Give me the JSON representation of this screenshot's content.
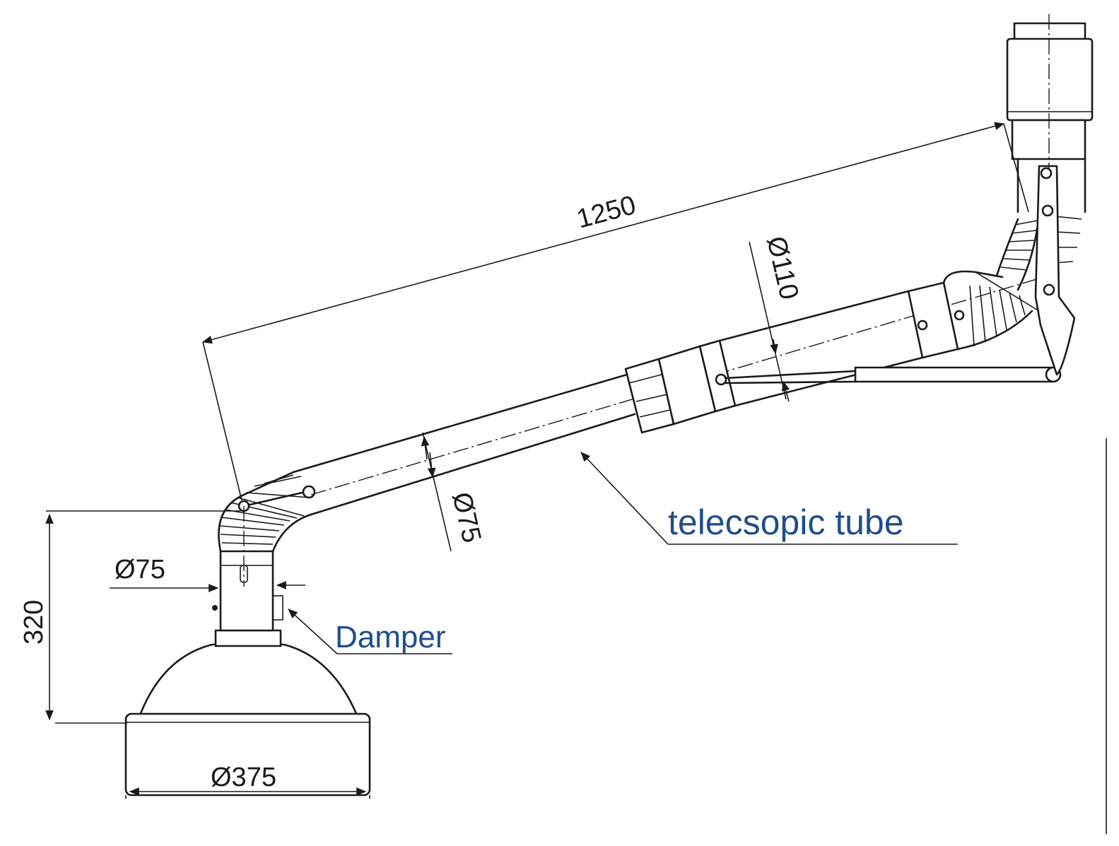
{
  "dimensions": {
    "arm_length": "1250",
    "arm_tube_diameter": "Ø110",
    "tube_diameter": "Ø75",
    "neck_diameter": "Ø75",
    "height": "320",
    "hood_diameter": "Ø375"
  },
  "callouts": {
    "telescopic": "telecsopic tube",
    "damper": "Damper"
  },
  "colors": {
    "line": "#1a1a1a",
    "callout_text": "#1f4e8c",
    "background": "#ffffff"
  }
}
